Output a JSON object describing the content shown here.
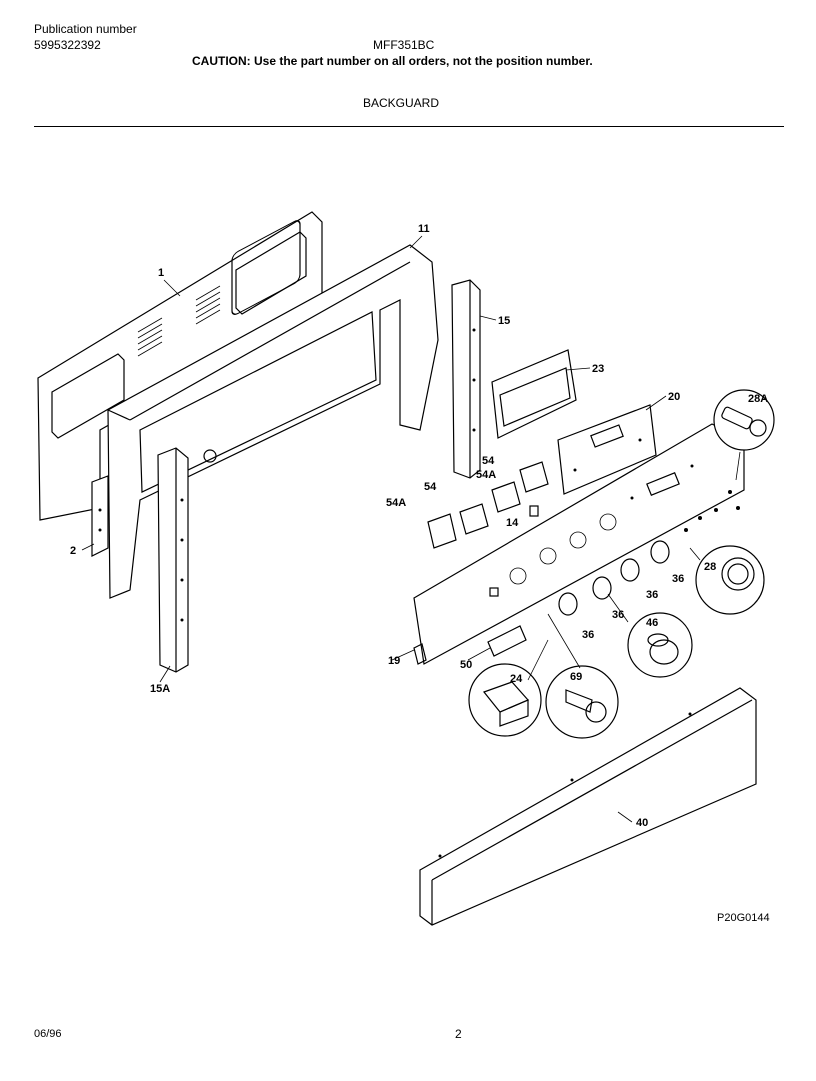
{
  "header": {
    "publication_label": "Publication number",
    "publication_number": "5995322392",
    "model": "MFF351BC",
    "caution": "CAUTION:  Use the part number on all orders, not the position number.",
    "section_title": "BACKGUARD"
  },
  "parts": [
    {
      "id": "p1",
      "label": "1"
    },
    {
      "id": "p11",
      "label": "11"
    },
    {
      "id": "p15",
      "label": "15"
    },
    {
      "id": "p23",
      "label": "23"
    },
    {
      "id": "p20",
      "label": "20"
    },
    {
      "id": "p28A",
      "label": "28A"
    },
    {
      "id": "p54a",
      "label": "54"
    },
    {
      "id": "p54Aa",
      "label": "54A"
    },
    {
      "id": "p54b",
      "label": "54"
    },
    {
      "id": "p54Ab",
      "label": "54A"
    },
    {
      "id": "p14",
      "label": "14"
    },
    {
      "id": "p2",
      "label": "2"
    },
    {
      "id": "p15A",
      "label": "15A"
    },
    {
      "id": "p28",
      "label": "28"
    },
    {
      "id": "p36a",
      "label": "36"
    },
    {
      "id": "p36b",
      "label": "36"
    },
    {
      "id": "p36c",
      "label": "36"
    },
    {
      "id": "p36d",
      "label": "36"
    },
    {
      "id": "p46",
      "label": "46"
    },
    {
      "id": "p19",
      "label": "19"
    },
    {
      "id": "p50",
      "label": "50"
    },
    {
      "id": "p24",
      "label": "24"
    },
    {
      "id": "p69",
      "label": "69"
    },
    {
      "id": "p40",
      "label": "40"
    }
  ],
  "footer": {
    "figure_code": "P20G0144",
    "date": "06/96",
    "page": "2"
  }
}
